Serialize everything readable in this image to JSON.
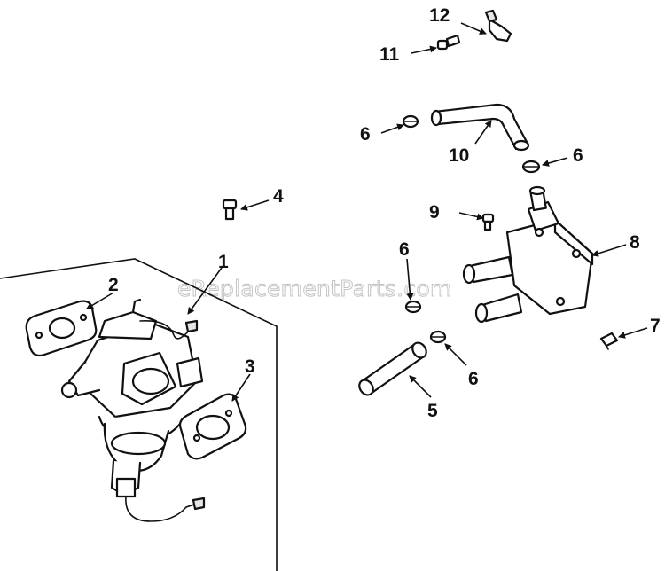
{
  "watermark": "eReplacementParts.com",
  "callouts": {
    "c1": "1",
    "c2": "2",
    "c3": "3",
    "c4": "4",
    "c5": "5",
    "c6a": "6",
    "c6b": "6",
    "c6c": "6",
    "c6d": "6",
    "c7": "7",
    "c8": "8",
    "c9": "9",
    "c10": "10",
    "c11": "11",
    "c12": "12"
  }
}
